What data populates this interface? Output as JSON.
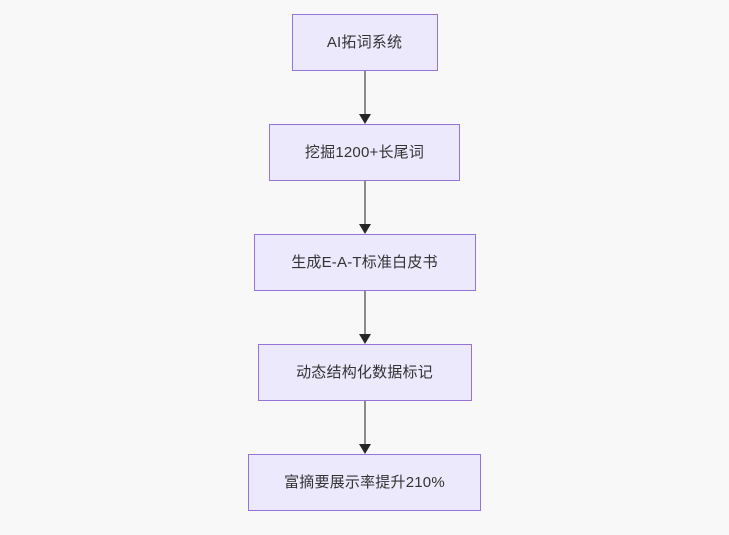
{
  "diagram": {
    "type": "flowchart",
    "orientation": "top-to-bottom",
    "background_color": "#f8f8f8",
    "node_fill_color": "#ece9fc",
    "node_border_color": "#9673d6",
    "node_text_color": "#333333",
    "connector_line_color": "#8b8b8b",
    "connector_arrow_color": "#262626",
    "nodes": [
      {
        "id": "n0",
        "label": "AI拓词系统"
      },
      {
        "id": "n1",
        "label": "挖掘1200+长尾词"
      },
      {
        "id": "n2",
        "label": "生成E-A-T标准白皮书"
      },
      {
        "id": "n3",
        "label": "动态结构化数据标记"
      },
      {
        "id": "n4",
        "label": "富摘要展示率提升210%"
      }
    ],
    "edges": [
      {
        "from": "n0",
        "to": "n1",
        "label": ""
      },
      {
        "from": "n1",
        "to": "n2",
        "label": ""
      },
      {
        "from": "n2",
        "to": "n3",
        "label": ""
      },
      {
        "from": "n3",
        "to": "n4",
        "label": ""
      }
    ]
  }
}
